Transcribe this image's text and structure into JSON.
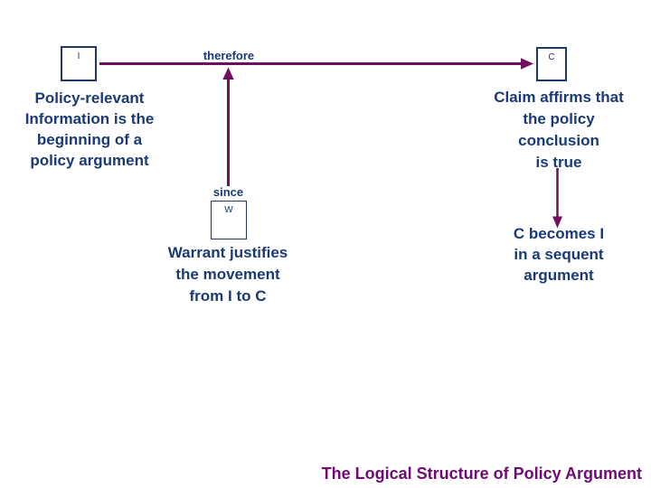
{
  "slide": {
    "title": "The Logical Structure of Policy Argument",
    "colors": {
      "text": "#1B3A73",
      "box_border": "#1F3864",
      "arrow": "#700F5D",
      "title": "#6D0B72",
      "background": "#FFFFFF"
    },
    "nodes": {
      "i": {
        "label": "I",
        "caption": "Policy-relevant\nInformation is the\nbeginning of a\npolicy argument"
      },
      "c": {
        "label": "C",
        "caption": "Claim affirms that\nthe policy\nconclusion\nis true"
      },
      "w": {
        "label": "W",
        "caption": "Warrant justifies\nthe movement\nfrom I to C"
      }
    },
    "connectors": {
      "therefore_label": "therefore",
      "since_label": "since"
    },
    "sequent_note": "C becomes I\nin a sequent\nargument"
  }
}
